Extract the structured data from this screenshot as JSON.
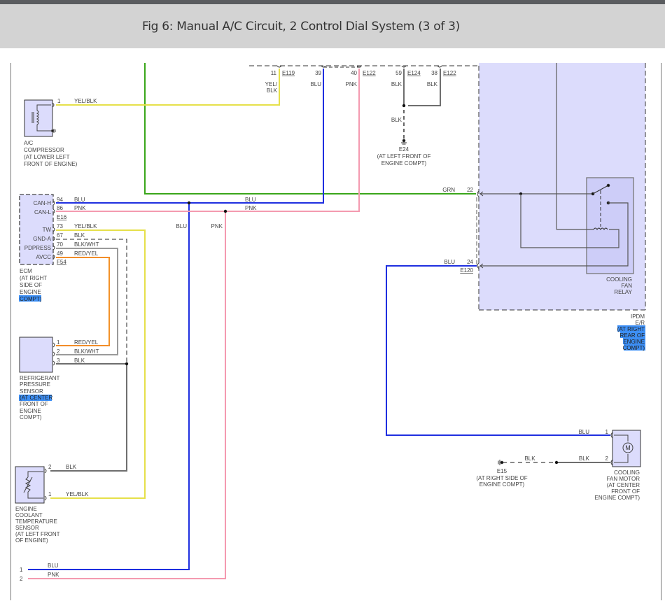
{
  "figure": {
    "title": "Fig 6: Manual A/C Circuit, 2 Control Dial System (3 of 3)"
  },
  "colors": {
    "header_bg": "#d3d3d3",
    "component_fill": "#dcdcfc",
    "ipdm_fill": "#dcdcfc",
    "highlight": "#3d8ff5",
    "wire_grn": "#3aa61a",
    "wire_blu": "#1f2fe0",
    "wire_pnk": "#f49ab0",
    "wire_yel": "#e6e04a",
    "wire_blk": "#6e6e6e",
    "wire_red_yel": "#f07020"
  },
  "top_connectors": [
    {
      "pin": "11",
      "connector": "E119",
      "wire": "YEL/",
      "wire2": "BLK"
    },
    {
      "pin": "39",
      "connector": "",
      "wire": "BLU"
    },
    {
      "pin": "40",
      "connector": "E122",
      "wire": "PNK"
    },
    {
      "pin": "59",
      "connector": "E124",
      "wire": "BLK"
    },
    {
      "pin": "38",
      "connector": "E122",
      "wire": "BLK"
    }
  ],
  "ground_e24": {
    "wire": "BLK",
    "name": "E24",
    "location_line1": "(AT LEFT FRONT OF",
    "location_line2": "ENGINE COMPT)"
  },
  "ac_compressor": {
    "pin": "1",
    "wire": "YEL/BLK",
    "label": [
      "A/C",
      "COMPRESSOR",
      "(AT LOWER LEFT",
      "FRONT OF ENGINE)"
    ]
  },
  "ecm": {
    "pins": [
      {
        "name": "CAN-H",
        "pin": "94",
        "wire": "BLU"
      },
      {
        "name": "CAN-L",
        "pin": "86",
        "wire": "PNK"
      },
      {
        "name": "TW",
        "pin": "73",
        "wire": "YEL/BLK"
      },
      {
        "name": "GND-A",
        "pin": "67",
        "wire": "BLK"
      },
      {
        "name": "PDPRESS",
        "pin": "70",
        "wire": "BLK/WHT"
      },
      {
        "name": "AVCC",
        "pin": "49",
        "wire": "RED/YEL"
      }
    ],
    "connector_top": "E16",
    "connector_bottom": "F54",
    "label": [
      "ECM",
      "(AT RIGHT",
      "SIDE OF",
      "ENGINE"
    ],
    "label_highlight": "COMPT)"
  },
  "bus_labels": {
    "blu": "BLU",
    "pnk": "PNK",
    "blu_drop": "BLU",
    "pnk_drop": "PNK"
  },
  "refrigerant_sensor": {
    "pins": [
      {
        "pin": "1",
        "wire": "RED/YEL"
      },
      {
        "pin": "2",
        "wire": "BLK/WHT"
      },
      {
        "pin": "3",
        "wire": "BLK"
      }
    ],
    "label": [
      "REFRIGERANT",
      "PRESSURE",
      "SENSOR"
    ],
    "label_highlight": "(AT CENTER",
    "label_rest": [
      "FRONT OF",
      "ENGINE",
      "COMPT)"
    ]
  },
  "ect_sensor": {
    "pins": [
      {
        "pin": "2",
        "wire": "BLK"
      },
      {
        "pin": "1",
        "wire": "YEL/BLK"
      }
    ],
    "label": [
      "ENGINE",
      "COOLANT",
      "TEMPERATURE",
      "SENSOR",
      "(AT LEFT FRONT",
      "OF ENGINE)"
    ]
  },
  "bottom_lines": [
    {
      "pin": "1",
      "wire": "BLU"
    },
    {
      "pin": "2",
      "wire": "PNK"
    }
  ],
  "ipdm": {
    "pins": [
      {
        "pin": "22",
        "wire": "GRN"
      },
      {
        "pin": "24",
        "wire": "BLU",
        "connector": "E120"
      }
    ],
    "relay_label": [
      "COOLING",
      "FAN",
      "RELAY"
    ],
    "label": [
      "IPDM",
      "E/R"
    ],
    "label_highlight": [
      "(AT RIGHT",
      "REAR OF",
      "ENGINE",
      "COMPT)"
    ]
  },
  "fan_motor": {
    "pins": [
      {
        "pin": "1",
        "wire": "BLU"
      },
      {
        "pin": "2",
        "wire": "BLK"
      }
    ],
    "motor_symbol": "M",
    "label": [
      "COOLING",
      "FAN MOTOR",
      "(AT CENTER",
      "FRONT OF",
      "ENGINE COMPT)"
    ]
  },
  "ground_e15": {
    "wire": "BLK",
    "name": "E15",
    "location_line1": "(AT RIGHT SIDE OF",
    "location_line2": "ENGINE COMPT)"
  }
}
